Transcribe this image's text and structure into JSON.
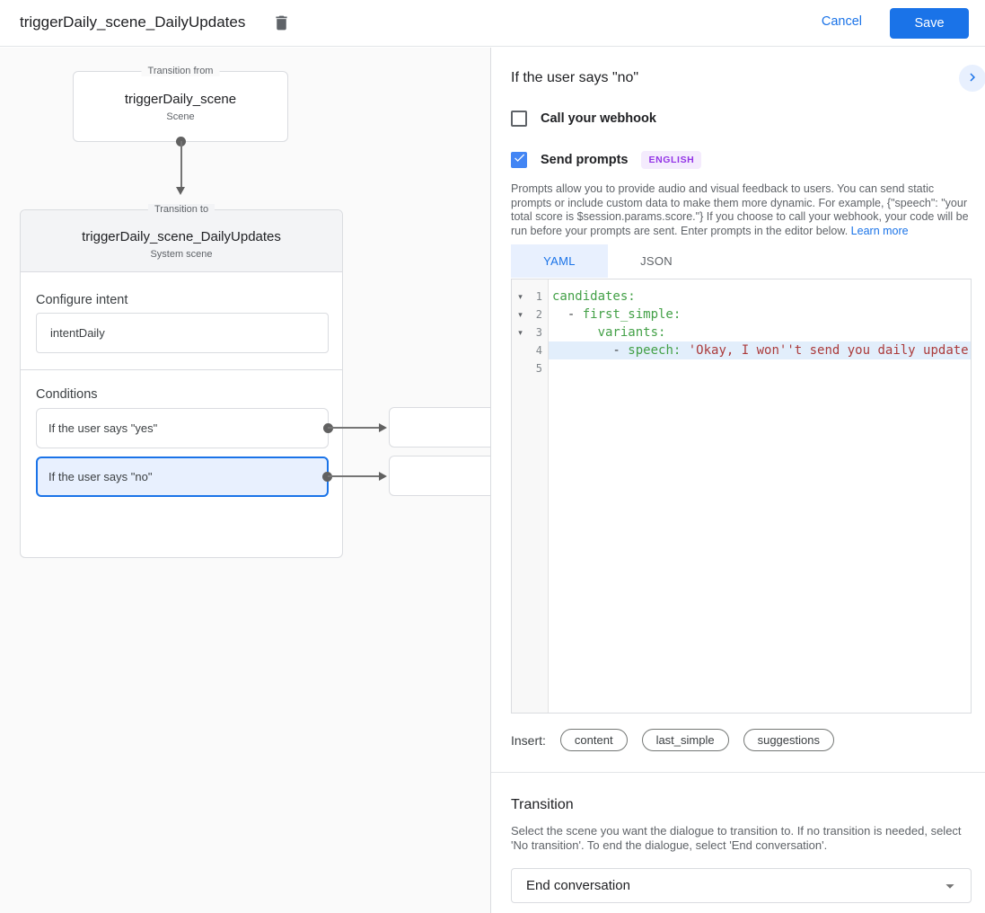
{
  "header": {
    "title": "triggerDaily_scene_DailyUpdates",
    "cancel_label": "Cancel",
    "save_label": "Save"
  },
  "diagram": {
    "from_box": {
      "label": "Transition from",
      "title": "triggerDaily_scene",
      "subtitle": "Scene"
    },
    "to_box": {
      "label": "Transition to",
      "title": "triggerDaily_scene_DailyUpdates",
      "subtitle": "System scene"
    },
    "configure_intent": {
      "label": "Configure intent",
      "value": "intentDaily"
    },
    "conditions": {
      "label": "Conditions",
      "items": [
        {
          "label": "If the user says \"yes\"",
          "selected": false
        },
        {
          "label": "If the user says \"no\"",
          "selected": true
        }
      ]
    }
  },
  "panel": {
    "title": "If the user says \"no\"",
    "webhook_label": "Call your webhook",
    "send_prompts_label": "Send prompts",
    "language_badge": "ENGLISH",
    "description": "Prompts allow you to provide audio and visual feedback to users. You can send static prompts or include custom data to make them more dynamic. For example, {\"speech\": \"your total score is $session.params.score.\"} If you choose to call your webhook, your code will be run before your prompts are sent. Enter prompts in the editor below. ",
    "learn_more_label": "Learn more",
    "tabs": [
      {
        "label": "YAML",
        "active": true
      },
      {
        "label": "JSON",
        "active": false
      }
    ],
    "editor": {
      "lines": [
        {
          "num": "1",
          "fold": true,
          "highlight": false,
          "tokens": [
            {
              "t": "key",
              "v": "candidates:"
            }
          ]
        },
        {
          "num": "2",
          "fold": true,
          "highlight": false,
          "tokens": [
            {
              "t": "plain",
              "v": "  - "
            },
            {
              "t": "key",
              "v": "first_simple:"
            }
          ]
        },
        {
          "num": "3",
          "fold": true,
          "highlight": false,
          "tokens": [
            {
              "t": "plain",
              "v": "      "
            },
            {
              "t": "key",
              "v": "variants:"
            }
          ]
        },
        {
          "num": "4",
          "fold": false,
          "highlight": true,
          "tokens": [
            {
              "t": "plain",
              "v": "        - "
            },
            {
              "t": "key",
              "v": "speech:"
            },
            {
              "t": "plain",
              "v": " "
            },
            {
              "t": "str",
              "v": "'Okay, I won''t send you daily update"
            }
          ]
        },
        {
          "num": "5",
          "fold": false,
          "highlight": false,
          "tokens": []
        }
      ]
    },
    "insert": {
      "label": "Insert:",
      "chips": [
        "content",
        "last_simple",
        "suggestions"
      ]
    },
    "transition": {
      "title": "Transition",
      "description": "Select the scene you want the dialogue to transition to. If no transition is needed, select 'No transition'. To end the dialogue, select 'End conversation'.",
      "selected_value": "End conversation"
    }
  },
  "colors": {
    "accent_blue": "#1a73e8",
    "checkbox_blue": "#4285f4",
    "selection_bg": "#e8f0fe",
    "badge_bg": "#f4ebfd",
    "badge_text": "#9334e6",
    "code_key": "#43a047",
    "code_string": "#ab3b3b",
    "line_highlight": "#e2eefb"
  }
}
